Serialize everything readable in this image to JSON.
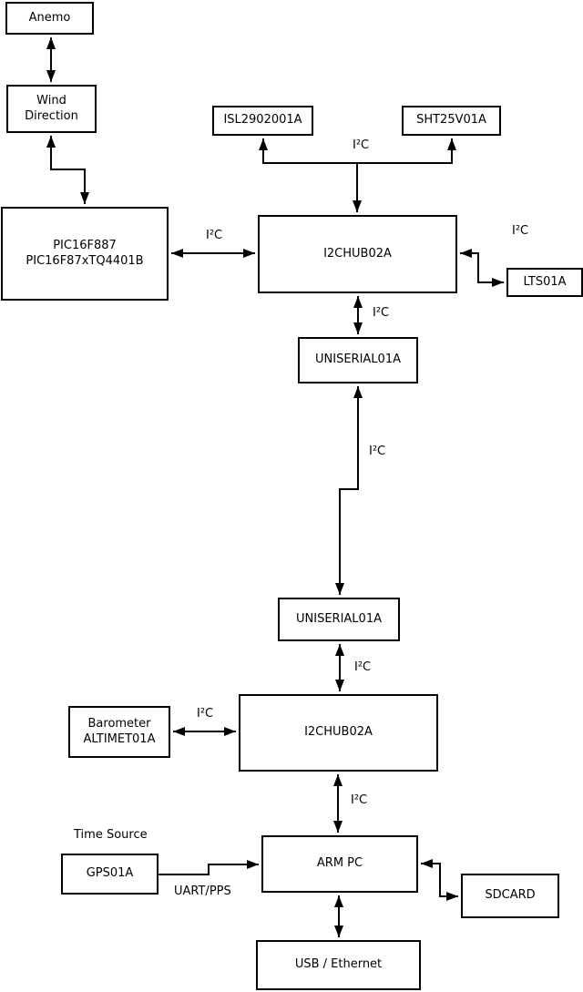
{
  "blocks": {
    "anemo": {
      "label": "Anemo"
    },
    "wind": {
      "label": "Wind\nDirection"
    },
    "pic": {
      "label": "PIC16F887\nPIC16F87xTQ4401B"
    },
    "isl": {
      "label": "ISL2902001A"
    },
    "sht": {
      "label": "SHT25V01A"
    },
    "hub1": {
      "label": "I2CHUB02A"
    },
    "lts": {
      "label": "LTS01A"
    },
    "uniserial1": {
      "label": "UNISERIAL01A"
    },
    "uniserial2": {
      "label": "UNISERIAL01A"
    },
    "hub2": {
      "label": "I2CHUB02A"
    },
    "barometer": {
      "label": "Barometer\nALTIMET01A"
    },
    "gps": {
      "label": "GPS01A"
    },
    "armpc": {
      "label": "ARM PC"
    },
    "sdcard": {
      "label": "SDCARD"
    },
    "usbeth": {
      "label": "USB / Ethernet"
    }
  },
  "edge_labels": {
    "sensors_bus": "I²C",
    "pic_hub1": "I²C",
    "hub1_lts": "I²C",
    "hub1_uniserial1": "I²C",
    "uniserial_link": "I²C",
    "uniserial2_hub2": "I²C",
    "barometer_hub2": "I²C",
    "hub2_armpc": "I²C",
    "time_source": "Time Source",
    "uart_pps": "UART/PPS"
  },
  "colors": {
    "background": "#ffffff",
    "line": "#000000",
    "box_fill": "#ffffff",
    "box_border": "#000000",
    "text": "#000000"
  }
}
